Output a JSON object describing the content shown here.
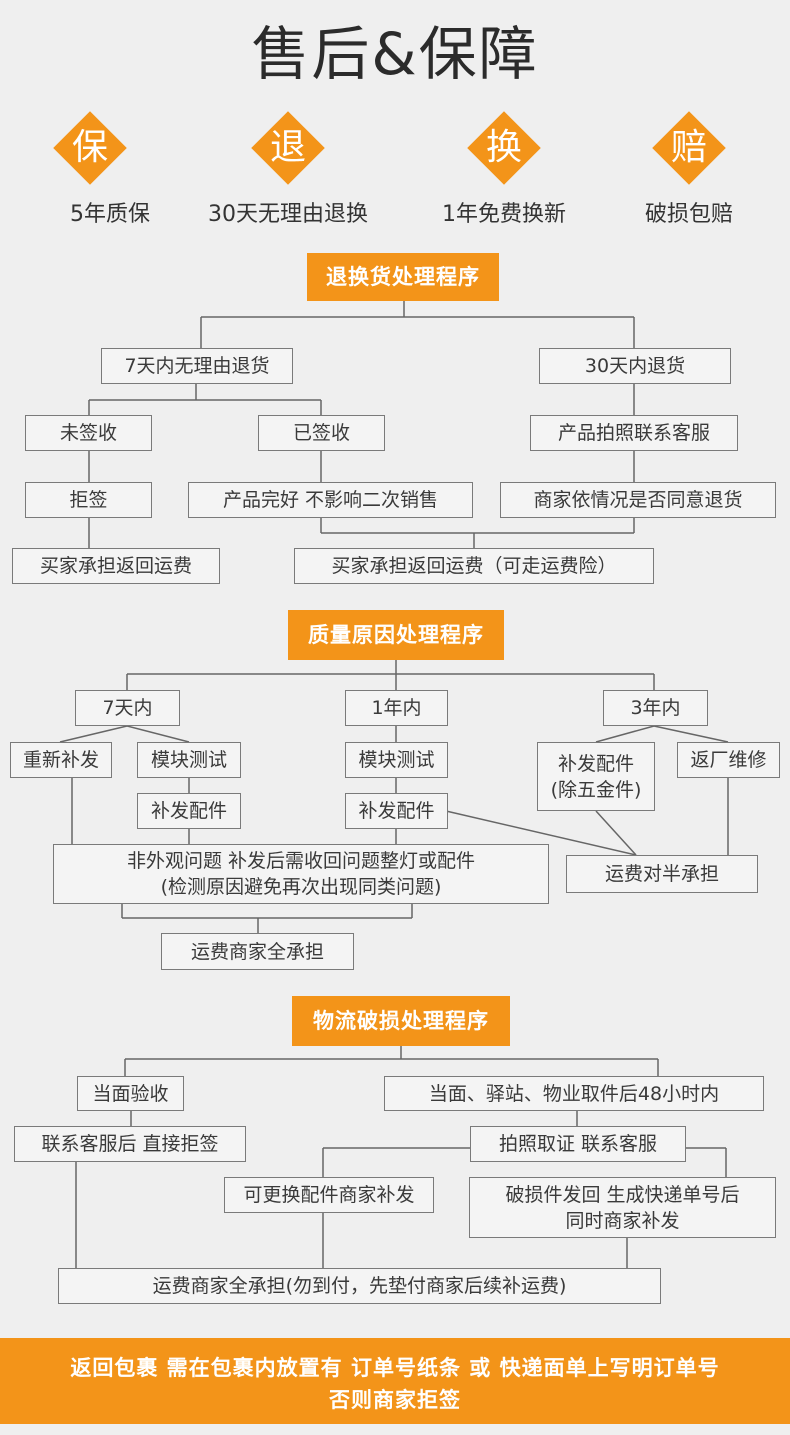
{
  "title": "售后&保障",
  "guarantees": [
    {
      "char": "保",
      "label": "5年质保"
    },
    {
      "char": "退",
      "label": "30天无理由退换"
    },
    {
      "char": "换",
      "label": "1年免费换新"
    },
    {
      "char": "赔",
      "label": "破损包赔"
    }
  ],
  "return_process": {
    "header": "退换货处理程序",
    "seven_day": "7天内无理由退货",
    "thirty_day": "30天内退货",
    "unsigned": "未签收",
    "signed": "已签收",
    "photo_service": "产品拍照联系客服",
    "refuse": "拒签",
    "product_intact": "产品完好 不影响二次销售",
    "merchant_decide": "商家依情况是否同意退货",
    "buyer_pays": "买家承担返回运费",
    "buyer_pays_insurance": "买家承担返回运费（可走运费险）"
  },
  "quality_process": {
    "header": "质量原因处理程序",
    "within_7_days": "7天内",
    "within_1_year": "1年内",
    "within_3_years": "3年内",
    "reship": "重新补发",
    "module_test_a": "模块测试",
    "module_test_b": "模块测试",
    "parts_reship_a": "补发配件",
    "parts_reship_b": "补发配件",
    "parts_reship_c": "补发配件\n(除五金件)",
    "factory_repair": "返厂维修",
    "non_appearance": "非外观问题 补发后需收回问题整灯或配件\n(检测原因避免再次出现同类问题)",
    "half_freight": "运费对半承担",
    "merchant_freight": "运费商家全承担"
  },
  "logistics_process": {
    "header": "物流破损处理程序",
    "inspect_on_delivery": "当面验收",
    "pickup_48h": "当面、驿站、物业取件后48小时内",
    "contact_refuse": "联系客服后 直接拒签",
    "photo_evidence": "拍照取证 联系客服",
    "replace_parts": "可更换配件商家补发",
    "damaged_return": "破损件发回 生成快递单号后\n同时商家补发",
    "merchant_freight_full": "运费商家全承担(勿到付，先垫付商家后续补运费)"
  },
  "footer": {
    "line1": "返回包裹 需在包裹内放置有 订单号纸条 或 快递面单上写明订单号",
    "line2": "否则商家拒签"
  },
  "colors": {
    "accent": "#f39419",
    "background": "#efefef",
    "box_border": "#7a7a7a"
  }
}
